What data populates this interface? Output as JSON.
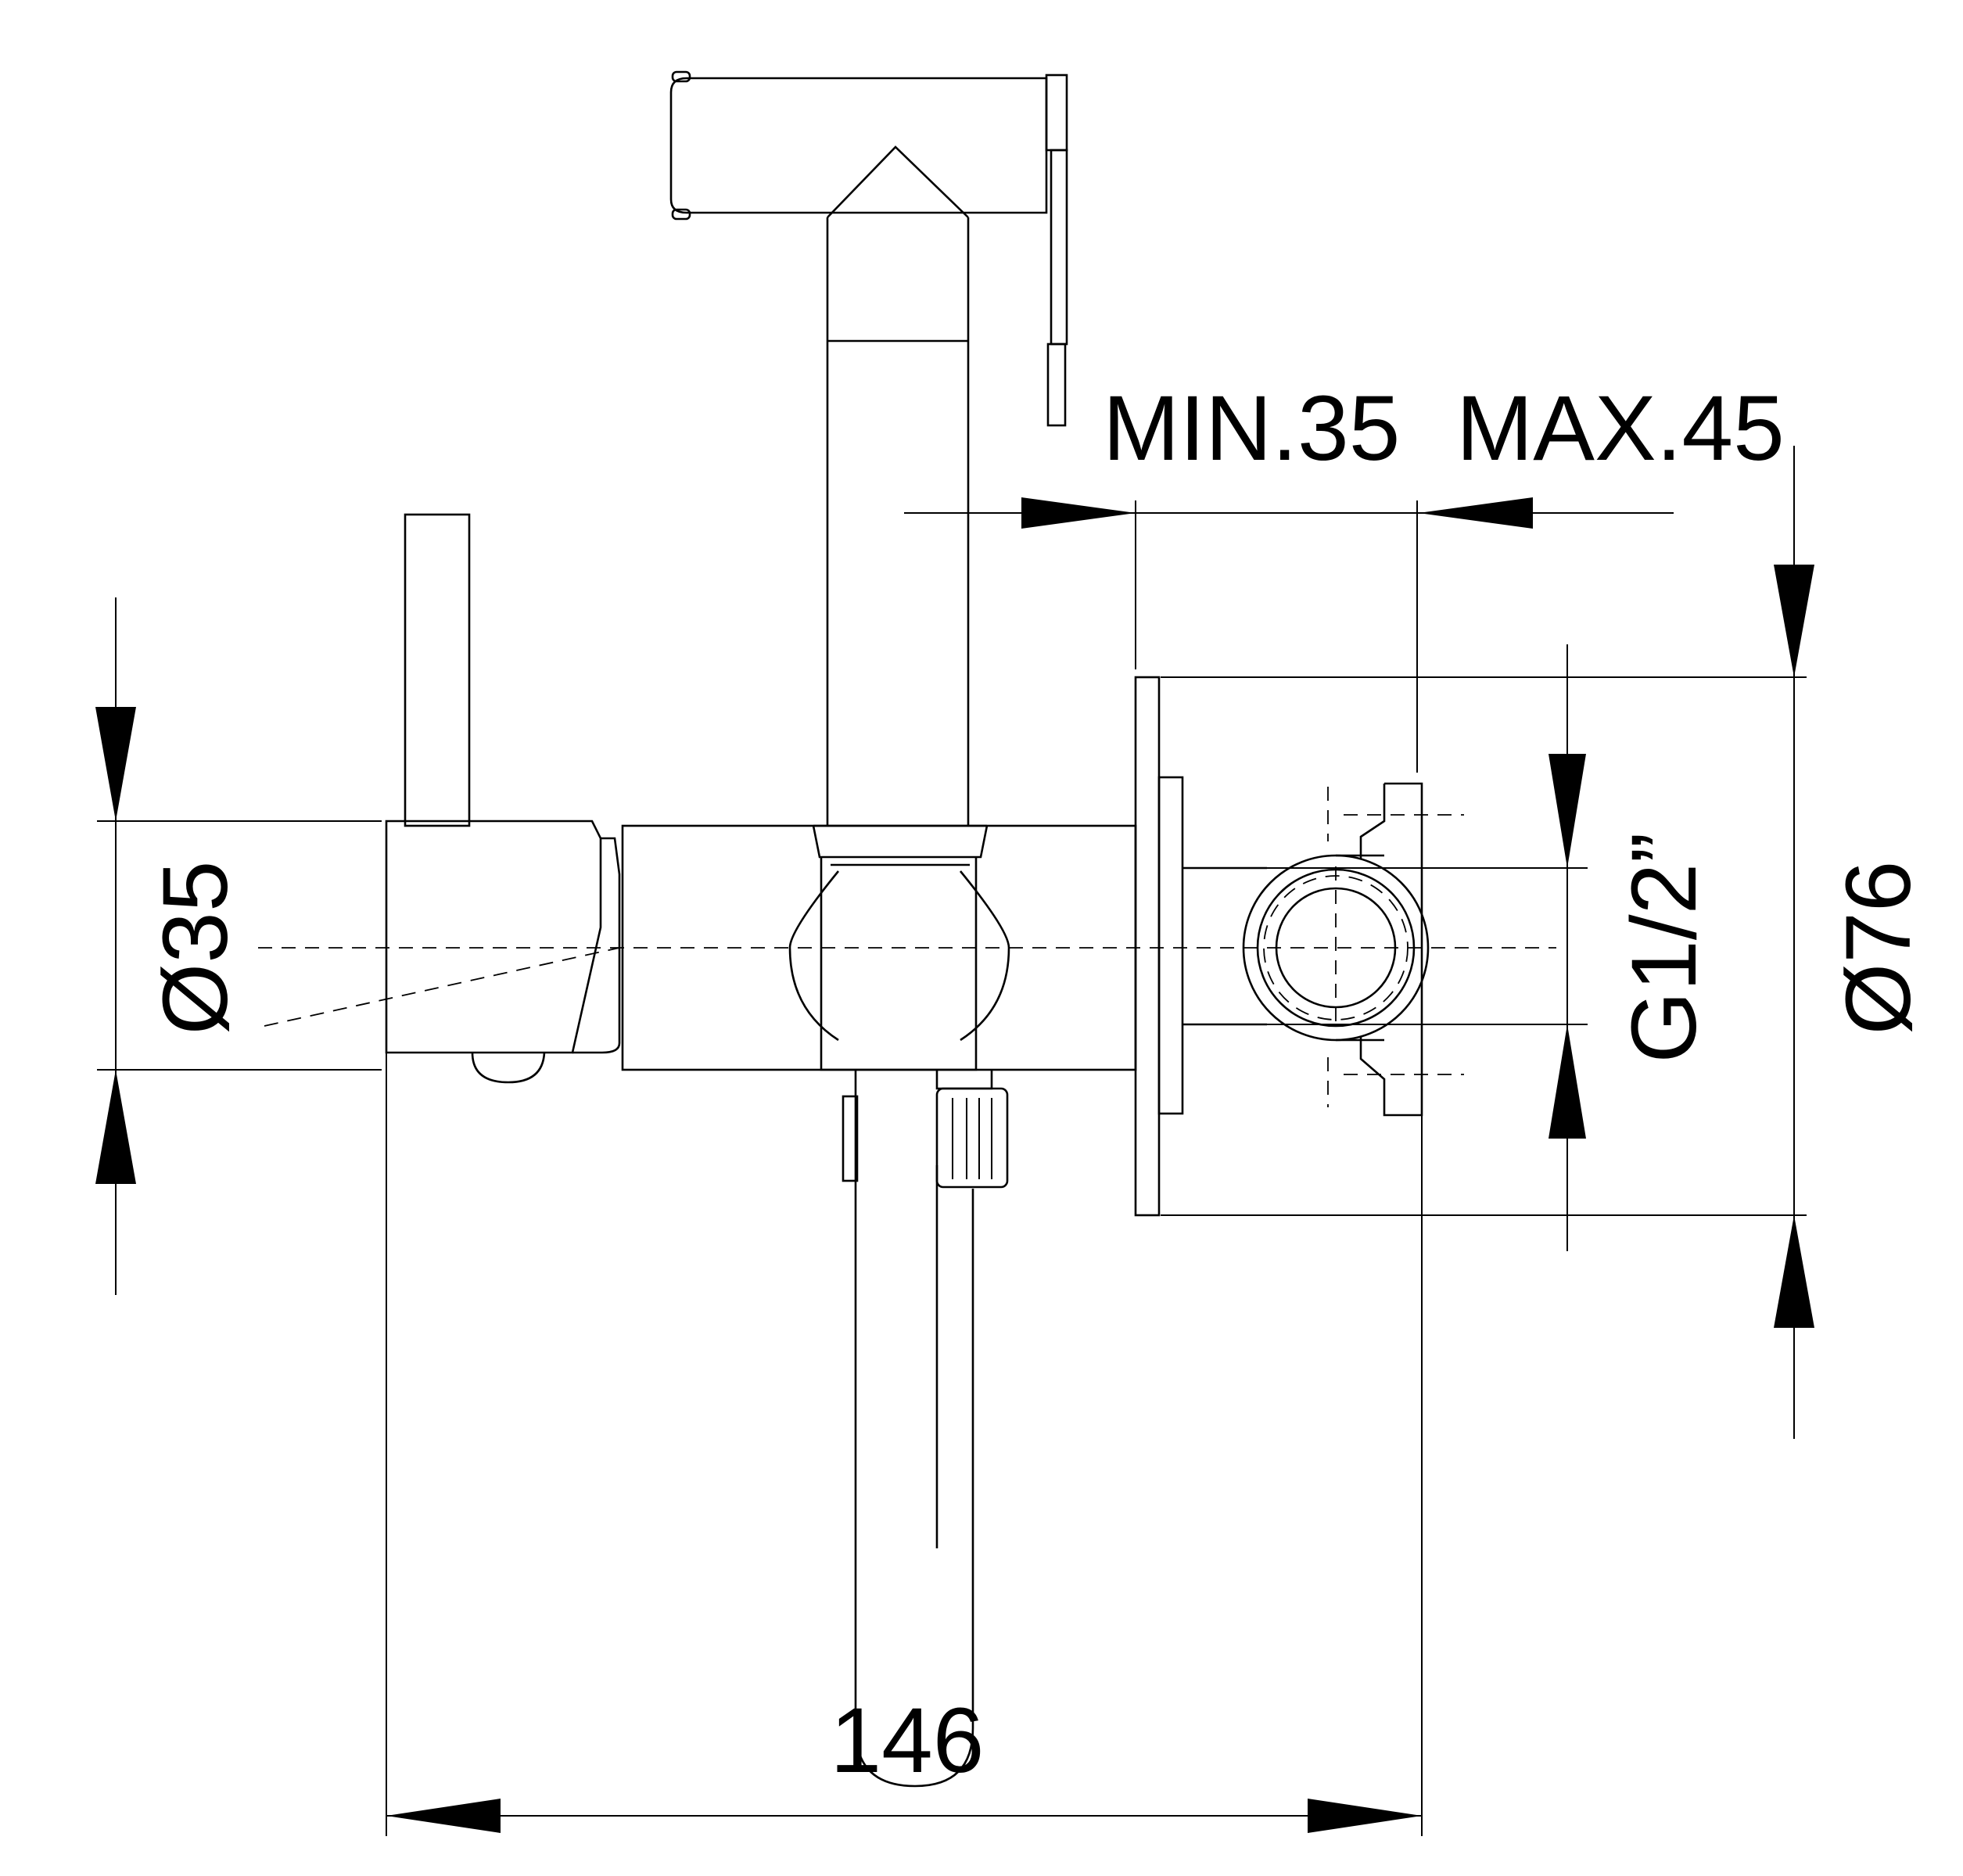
{
  "dimensions": {
    "min": "MIN.35",
    "max": "MAX.45",
    "dia_body": "Ø35",
    "thread": "G1/2”",
    "dia_flange": "Ø76",
    "length": "146"
  },
  "colors": {
    "line": "#000000",
    "background": "#ffffff"
  }
}
